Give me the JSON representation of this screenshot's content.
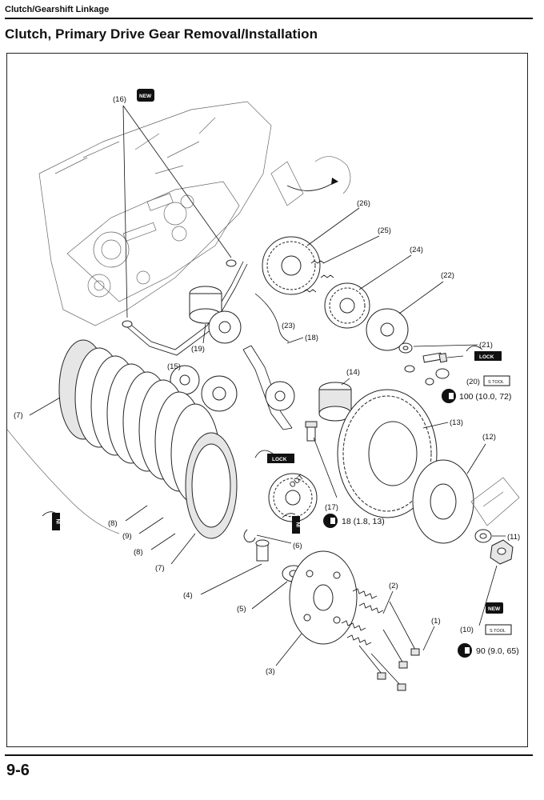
{
  "header": {
    "section": "Clutch/Gearshift Linkage"
  },
  "page_title": "Clutch, Primary Drive Gear Removal/Installation",
  "callouts": {
    "c1": "(1)",
    "c2": "(2)",
    "c3": "(3)",
    "c4": "(4)",
    "c5": "(5)",
    "c6": "(6)",
    "c7a": "(7)",
    "c7b": "(7)",
    "c8a": "(8)",
    "c8b": "(8)",
    "c9": "(9)",
    "c10": "(10)",
    "c11": "(11)",
    "c12": "(12)",
    "c13": "(13)",
    "c14": "(14)",
    "c15": "(15)",
    "c16": "(16)",
    "c17": "(17)",
    "c18": "(18)",
    "c19": "(19)",
    "c20": "(20)",
    "c21": "(21)",
    "c22": "(22)",
    "c23": "(23)",
    "c24": "(24)",
    "c25": "(25)",
    "c26": "(26)"
  },
  "torques": {
    "t20": "100 (10.0, 72)",
    "t17": "18 (1.8, 13)",
    "t10": "90 (9.0, 65)"
  },
  "badges": {
    "new": "NEW",
    "lock": "LOCK",
    "s_tool": "S TOOL",
    "out": "OUT",
    "in": "IN"
  },
  "icons": [
    "torque-wrench-icon",
    "new-part-icon",
    "lock-agent-icon",
    "special-tool-icon",
    "oil-can-icon"
  ],
  "footer": {
    "page_number": "9-6"
  }
}
